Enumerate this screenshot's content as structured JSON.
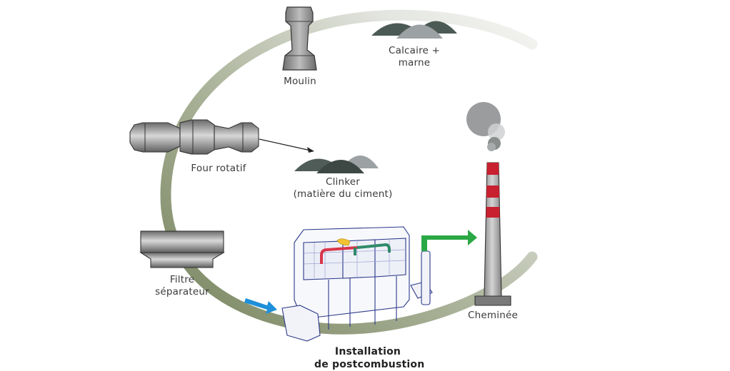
{
  "diagram": {
    "type": "cement-plant-process-cycle",
    "labels": {
      "moulin": "Moulin",
      "calcaire_line1": "Calcaire +",
      "calcaire_line2": "marne",
      "four": "Four rotatif",
      "clinker_line1": "Clinker",
      "clinker_line2": "(matière du ciment)",
      "filtre_line1": "Filtre",
      "filtre_line2": "séparateur",
      "installation_line1": "Installation",
      "installation_line2": "de postcombustion",
      "cheminee": "Cheminée"
    },
    "colors": {
      "cycle_ring_dark": "#7f8c6a",
      "cycle_ring_light": "#e6e8e4",
      "equipment_gray": "#8a8a8a",
      "pile_dark": "#4f5c57",
      "pile_light": "#9ca2a4",
      "inflow_arrow": "#1e8fd8",
      "outflow_arrow": "#2aa845",
      "chimney_stripe": "#c8202f",
      "hot_pipe": "#d9364a",
      "cool_pipe": "#2f8a6a",
      "burner": "#f1c232",
      "installation_outline": "#2c3a8a"
    }
  }
}
